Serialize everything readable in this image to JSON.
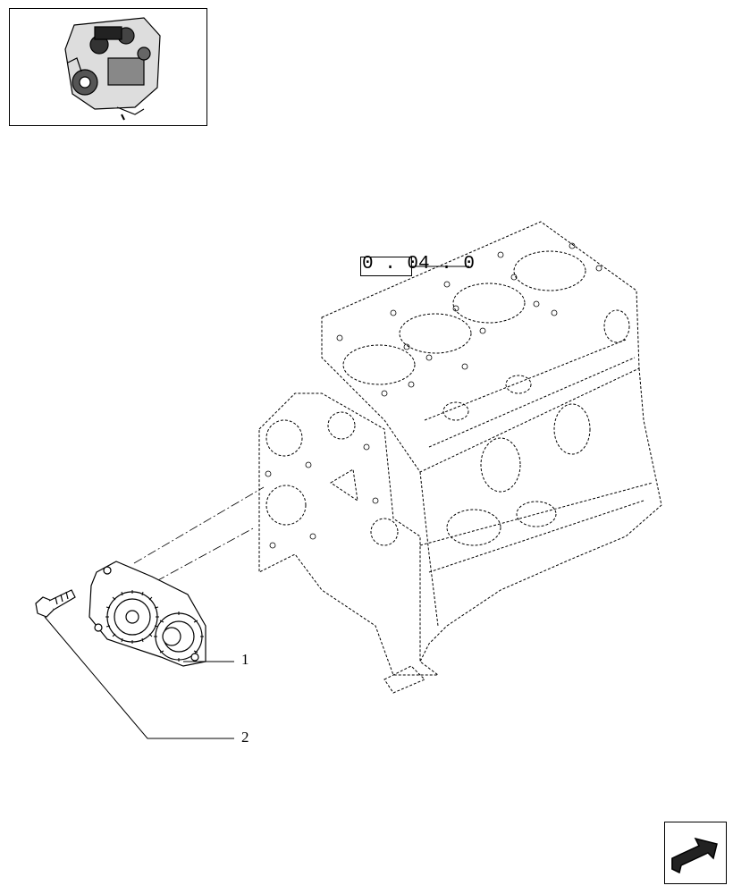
{
  "reference": {
    "label": "0 . 04 . 0"
  },
  "callouts": [
    {
      "number": "1"
    },
    {
      "number": "2"
    }
  ],
  "icons": {
    "thumbnail": "engine-overview-thumbnail",
    "navigation": "next-page-arrow-icon"
  },
  "colors": {
    "line": "#000000",
    "background": "#ffffff"
  }
}
